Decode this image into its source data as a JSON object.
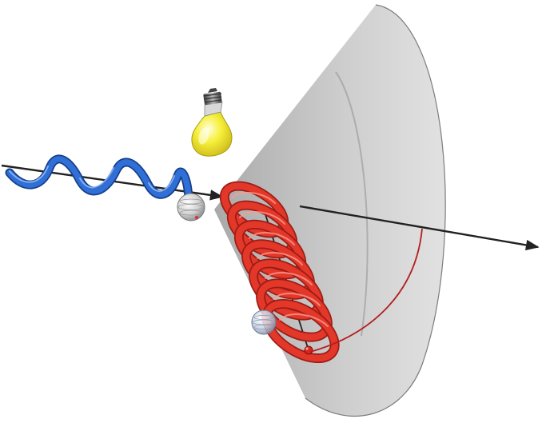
{
  "figure": {
    "type": "3d-illustration",
    "elements": [
      "light-bulb",
      "incoming-helix",
      "particle-sphere",
      "outgoing-helix",
      "cone",
      "axis-arrow"
    ]
  },
  "colors": {
    "incoming_helix": "#2f6fd6",
    "outgoing_helix": "#e3372a",
    "cone": "#9a9a9a",
    "bulb_glass": "#f6ef3a",
    "bulb_base": "#707070",
    "axis": "#222222",
    "arc": "#b41e1e"
  },
  "incoming_helix": {
    "turns": 4
  },
  "outgoing_helix": {
    "turns": 7
  }
}
